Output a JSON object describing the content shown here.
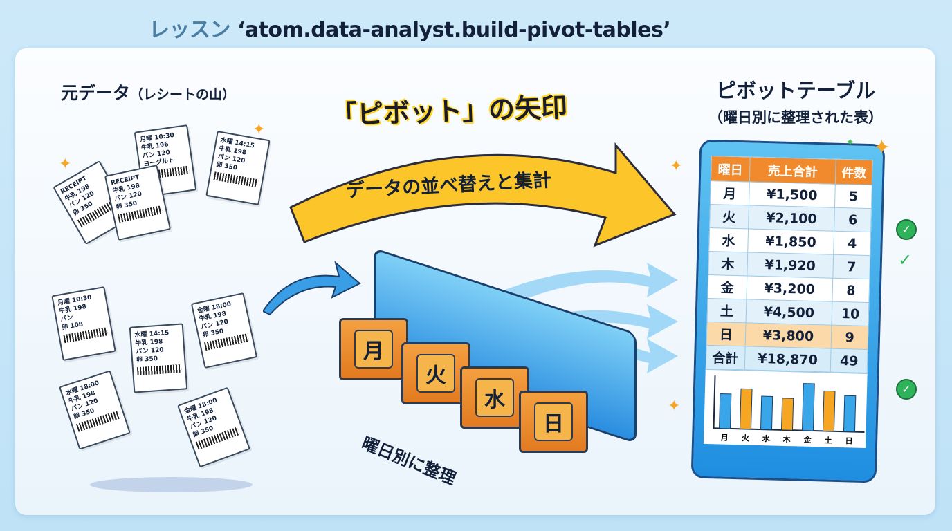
{
  "title": {
    "prefix": "レッスン",
    "code": "‘atom.data-analyst.build-pivot-tables’"
  },
  "left": {
    "heading": "元データ",
    "sub": "（レシートの山）"
  },
  "receipts": [
    {
      "head": "RECEIPT",
      "lines": [
        "牛乳 198",
        "パン 120",
        "卵 350"
      ]
    },
    {
      "head": "月曜 10:30",
      "lines": [
        "牛乳 196",
        "パン 120",
        "ヨーグルト"
      ]
    },
    {
      "head": "水曜 14:15",
      "lines": [
        "牛乳 198",
        "パン 120",
        "卵 350"
      ]
    },
    {
      "head": "RECEIPT",
      "lines": [
        "牛乳 198",
        "パン 120",
        "卵 350"
      ]
    },
    {
      "head": "月曜 10:30",
      "lines": [
        "牛乳 198",
        "パン",
        "卵 108"
      ]
    },
    {
      "head": "水曜 14:15",
      "lines": [
        "牛乳 198",
        "パン 120",
        "卵 350"
      ]
    },
    {
      "head": "金曜 18:00",
      "lines": [
        "牛乳 198",
        "パン 120",
        "卵 350"
      ]
    },
    {
      "head": "水曜 18:00",
      "lines": [
        "牛乳 198",
        "パン 120",
        "卵 350"
      ]
    },
    {
      "head": "金曜 18:00",
      "lines": [
        "牛乳 198",
        "パン 120",
        "卵 350"
      ]
    }
  ],
  "center": {
    "arrow_title": "「ピボット」の矢印",
    "arrow_text": "データの並べ替えと集計",
    "boxes": [
      "月",
      "火",
      "水",
      "日"
    ],
    "sort_label": "曜日別に整理"
  },
  "right": {
    "heading": "ピボットテーブル",
    "sub": "（曜日別に整理された表）"
  },
  "table": {
    "headers": [
      "曜日",
      "売上合計",
      "件数"
    ],
    "rows": [
      [
        "月",
        "¥1,500",
        "5"
      ],
      [
        "火",
        "¥2,100",
        "6"
      ],
      [
        "水",
        "¥1,850",
        "4"
      ],
      [
        "木",
        "¥1,920",
        "7"
      ],
      [
        "金",
        "¥3,200",
        "8"
      ],
      [
        "土",
        "¥4,500",
        "10"
      ],
      [
        "日",
        "¥3,800",
        "9"
      ]
    ],
    "total": [
      "合計",
      "¥18,870",
      "49"
    ]
  },
  "chart_data": {
    "type": "bar",
    "categories": [
      "月",
      "火",
      "水",
      "木",
      "金",
      "土",
      "日"
    ],
    "values": [
      50,
      58,
      48,
      46,
      68,
      58,
      52
    ],
    "colors": [
      "#3aa6ea",
      "#f6a623",
      "#3aa6ea",
      "#f6a623",
      "#3aa6ea",
      "#f6a623",
      "#3aa6ea"
    ]
  }
}
